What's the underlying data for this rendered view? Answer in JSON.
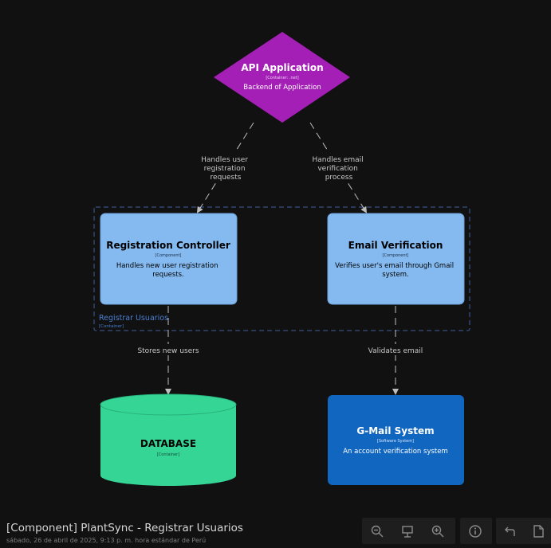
{
  "diagram": {
    "api": {
      "name": "API Application",
      "type": "[Container: .net]",
      "desc": "Backend of Application",
      "color": "#a41fb6"
    },
    "boundary": {
      "name": "Registrar Usuarios",
      "type": "[Container]",
      "color": "#4a78c8"
    },
    "reg_controller": {
      "name": "Registration Controller",
      "type": "[Component]",
      "desc_line1": "Handles new user registration",
      "desc_line2": "requests.",
      "color": "#85baf0"
    },
    "email_verif": {
      "name": "Email Verification",
      "type": "[Component]",
      "desc_line1": "Verifies user's email through Gmail",
      "desc_line2": "system.",
      "color": "#85baf0"
    },
    "database": {
      "name": "DATABASE",
      "type": "[Container]",
      "color": "#35d596"
    },
    "gmail": {
      "name": "G-Mail System",
      "type": "[Software System]",
      "desc": "An account verification system",
      "color": "#1166c0"
    },
    "edges": {
      "api_to_reg": [
        "Handles user",
        "registration",
        "requests"
      ],
      "api_to_email": [
        "Handles email",
        "verification",
        "process"
      ],
      "reg_to_db": "Stores new users",
      "email_to_gmail": "Validates email"
    }
  },
  "footer": {
    "title": "[Component] PlantSync - Registrar Usuarios",
    "subtitle": "sábado, 26 de abril de 2025, 9:13 p. m. hora estándar de Perú"
  },
  "toolbar": {
    "buttons": [
      "zoom-out-icon",
      "fit-icon",
      "zoom-in-icon",
      "info-icon",
      "undo-icon",
      "export-icon"
    ]
  }
}
